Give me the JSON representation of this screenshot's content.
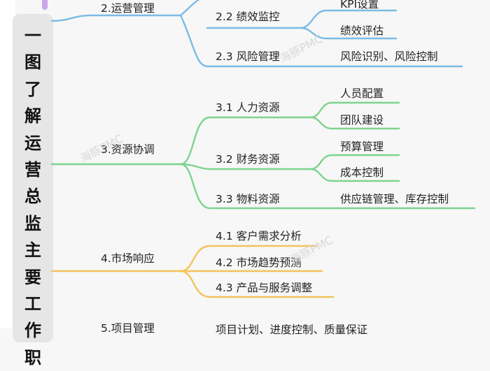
{
  "title_chars": [
    "一",
    "图",
    "了",
    "解",
    "运",
    "营",
    "总",
    "监",
    "主",
    "要",
    "工",
    "作",
    "职"
  ],
  "watermark": "海豚PMC",
  "colors": {
    "blue": "#7bbbe6",
    "green": "#7ed38f",
    "yellow": "#f2c45a"
  },
  "branches": [
    {
      "label": "2.运营管理",
      "color": "blue",
      "children": [
        {
          "label": "2.2 绩效监控",
          "leaves": [
            "KPI设置",
            "绩效评估"
          ]
        },
        {
          "label": "2.3 风险管理",
          "leaves": [
            "风险识别、风险控制"
          ]
        }
      ]
    },
    {
      "label": "3.资源协调",
      "color": "green",
      "children": [
        {
          "label": "3.1 人力资源",
          "leaves": [
            "人员配置",
            "团队建设"
          ]
        },
        {
          "label": "3.2 财务资源",
          "leaves": [
            "预算管理",
            "成本控制"
          ]
        },
        {
          "label": "3.3 物料资源",
          "leaves": [
            "供应链管理、库存控制"
          ]
        }
      ]
    },
    {
      "label": "4.市场响应",
      "color": "yellow",
      "children": [
        {
          "label": "4.1 客户需求分析",
          "leaves": []
        },
        {
          "label": "4.2 市场趋势预测",
          "leaves": []
        },
        {
          "label": "4.3 产品与服务调整",
          "leaves": []
        }
      ]
    },
    {
      "label": "5.项目管理",
      "color": "blue",
      "children": [
        {
          "label": "项目计划、进度控制、质量保证",
          "leaves": []
        }
      ]
    }
  ]
}
